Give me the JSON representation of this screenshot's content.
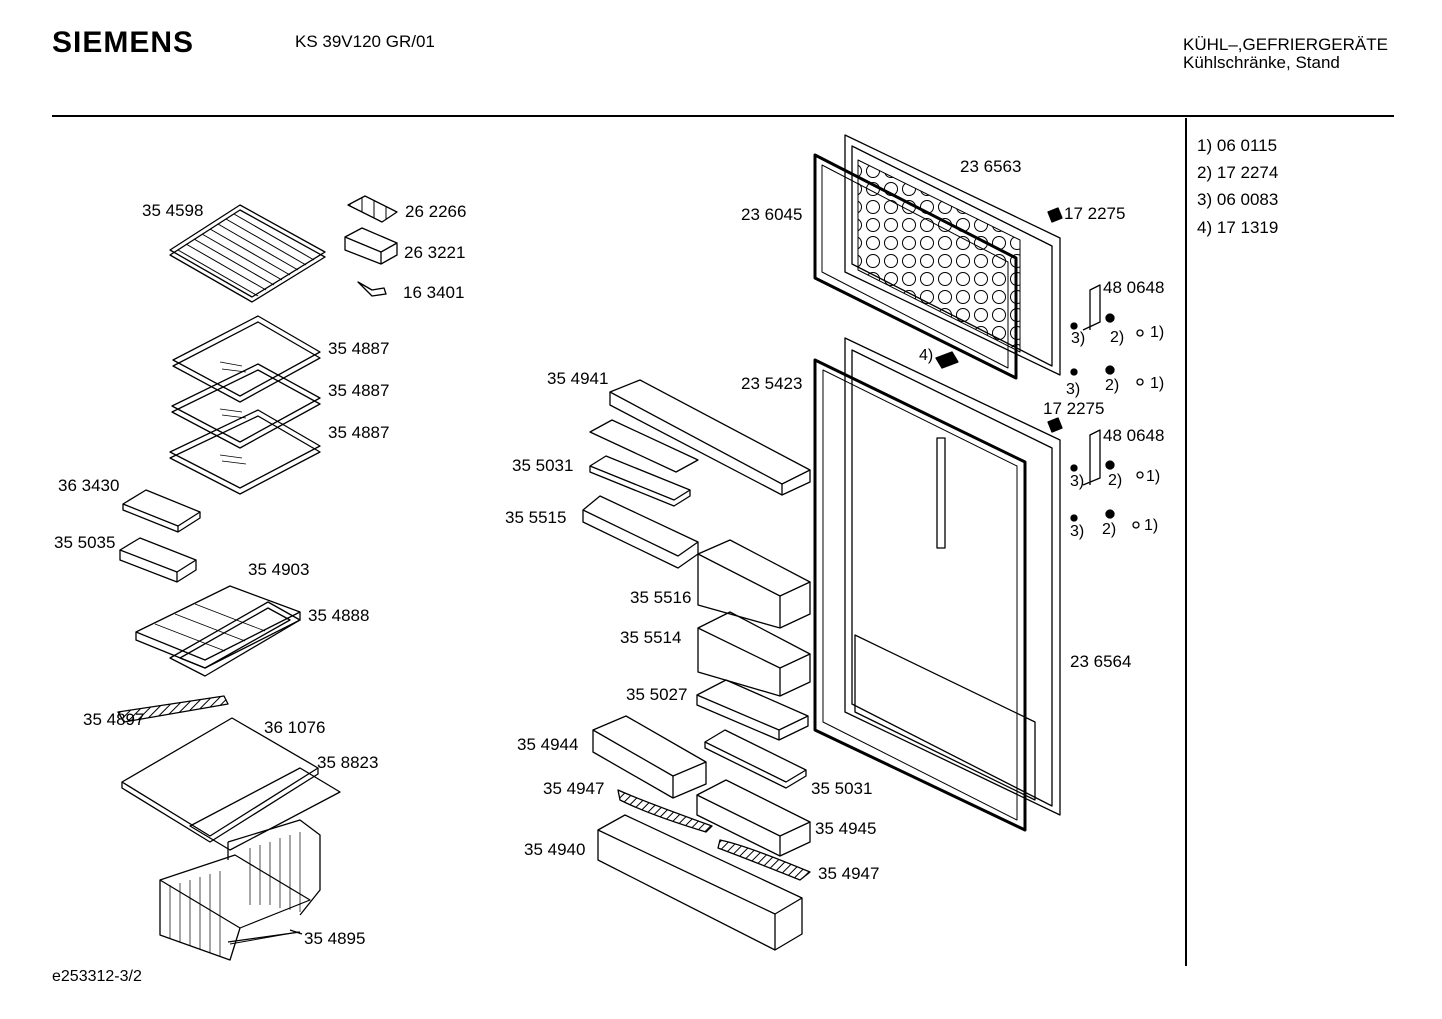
{
  "header": {
    "brand": "SIEMENS",
    "model": "KS 39V120 GR/01",
    "category_line1": "KÜHL–,GEFRIERGERÄTE",
    "category_line2": "Kühlschränke, Stand"
  },
  "footer": {
    "doc_id": "e253312-3/2"
  },
  "legend": [
    {
      "key": "1)",
      "value": "06 0115"
    },
    {
      "key": "2)",
      "value": "17 2274"
    },
    {
      "key": "3)",
      "value": "06 0083"
    },
    {
      "key": "4)",
      "value": "17 1319"
    }
  ],
  "parts": {
    "wire_shelf": "35 4598",
    "ice_tray": "26 2266",
    "egg_box": "26 3221",
    "scraper": "16 3401",
    "glass_shelf_1": "35 4887",
    "glass_shelf_2": "35 4887",
    "glass_shelf_3": "35 4887",
    "cover_363430": "36 3430",
    "drawer_355035": "35 5035",
    "frame_354903": "35 4903",
    "glass_354888": "35 4888",
    "strip_354897": "35 4897",
    "plate_361076": "36 1076",
    "glass_358823": "35 8823",
    "crisper_354895": "35 4895",
    "freezer_door": "23 6563",
    "freezer_gasket": "23 6045",
    "hinge_top": "17 2275",
    "handle_top": "48 0648",
    "fridge_gasket": "23 5423",
    "hinge_mid": "17 2275",
    "handle_mid": "48 0648",
    "fridge_door": "23 6564",
    "shelf_354941": "35 4941",
    "tray_355031_a": "35 5031",
    "box_355515": "35 5515",
    "box_355516": "35 5516",
    "box_355514": "35 5514",
    "box_355027": "35 5027",
    "shelf_354944": "35 4944",
    "tray_355031_b": "35 5031",
    "rail_354947_a": "35 4947",
    "shelf_354945": "35 4945",
    "bottle_354940": "35 4940",
    "rail_354947_b": "35 4947"
  },
  "callouts": {
    "c4": "4)",
    "c1a": "1)",
    "c2a": "2)",
    "c3a": "3)",
    "c1b": "1)",
    "c2b": "2)",
    "c3b": "3)",
    "c1c": "1)",
    "c2c": "2)",
    "c3c": "3)",
    "c1d": "1)",
    "c2d": "2)",
    "c3d": "3)"
  }
}
